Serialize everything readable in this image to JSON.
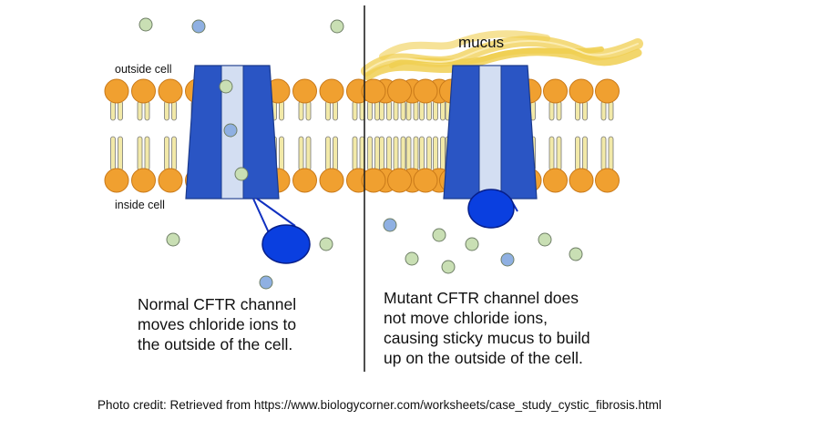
{
  "labels": {
    "outside_cell": "outside cell",
    "inside_cell": "inside cell",
    "mucus": "mucus"
  },
  "captions": {
    "normal": [
      "Normal CFTR channel",
      "moves chloride ions to",
      "the outside of the cell."
    ],
    "mutant": [
      "Mutant CFTR channel does",
      "not move chloride ions,",
      "causing sticky mucus to build",
      "up on the outside of the cell."
    ]
  },
  "credit": "Photo credit:  Retrieved from https://www.biologycorner.com/worksheets/case_study_cystic_fibrosis.html",
  "colors": {
    "phospholipid_head": "#f0a030",
    "phospholipid_tail": "#f2e9a8",
    "channel": "#2a55c4",
    "channel_pore": "#d3def2",
    "nucleotide_binding_domain": "#0a3fe0",
    "chloride_ion_green": "#c9dfb4",
    "chloride_ion_blue": "#8fb0e2",
    "mucus": "#f0cf52",
    "divider": "#222222"
  }
}
